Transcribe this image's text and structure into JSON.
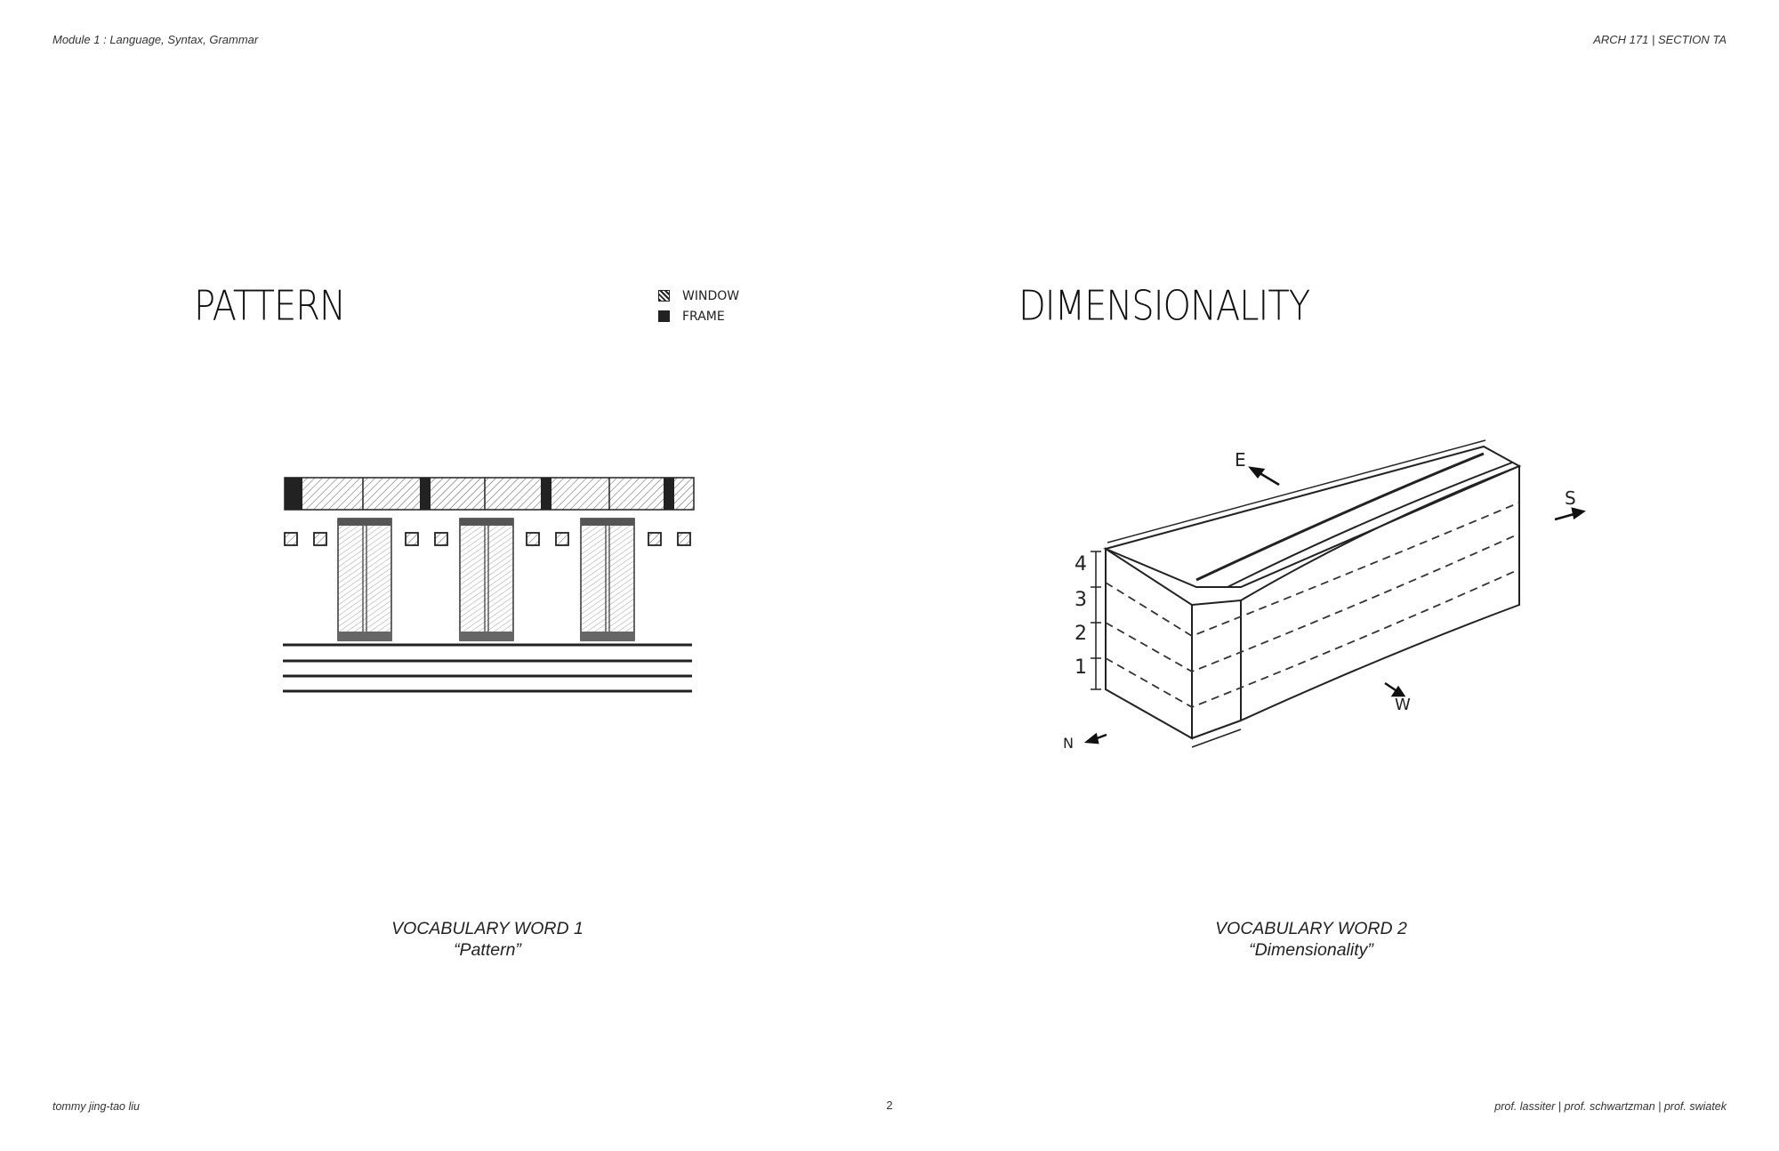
{
  "header": {
    "left": "Module 1 : Language, Syntax, Grammar",
    "right": "ARCH 171 | SECTION TA"
  },
  "footer": {
    "author": "tommy jing-tao liu",
    "page_number": "2",
    "professors": "prof. lassiter | prof. schwartzman | prof. swiatek"
  },
  "sketches": [
    {
      "title": "PATTERN",
      "legend": [
        "WINDOW",
        "FRAME"
      ],
      "caption_line1": "VOCABULARY  WORD 1",
      "caption_line2": "“Pattern”"
    },
    {
      "title": "DIMENSIONALITY",
      "level_labels": [
        "4",
        "3",
        "2",
        "1"
      ],
      "direction_labels": [
        "E",
        "S",
        "W",
        "N"
      ],
      "caption_line1": "VOCABULARY  WORD 2",
      "caption_line2": "“Dimensionality”"
    }
  ]
}
